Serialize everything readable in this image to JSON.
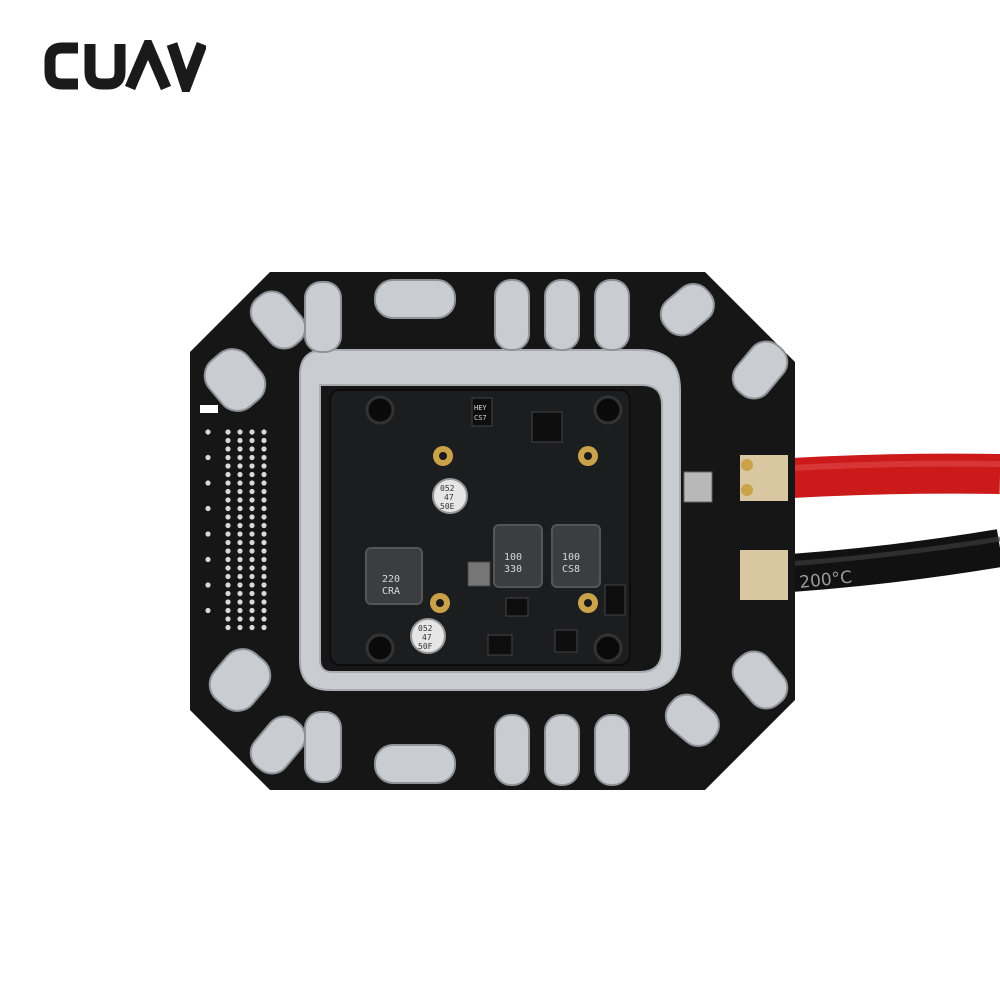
{
  "brand": {
    "logo_text": "CUAV",
    "logo_color": "#1a1a1a"
  },
  "board": {
    "pcb_color": "#161616",
    "copper_color": "#c9ccd0",
    "inductor_labels": [
      {
        "line1": "220",
        "line2": "CRA"
      },
      {
        "line1": "100",
        "line2": "330"
      },
      {
        "line1": "100",
        "line2": "CS8"
      }
    ],
    "capacitor_labels": [
      {
        "line1": "052",
        "line2": "47",
        "line3": "50E"
      },
      {
        "line1": "052",
        "line2": "47",
        "line3": "50F"
      }
    ],
    "ic_label": {
      "line1": "HEY",
      "line2": "CS7"
    }
  },
  "cables": {
    "positive_color": "#cc1a1a",
    "negative_color": "#111111",
    "insulation_print": "200°C"
  }
}
